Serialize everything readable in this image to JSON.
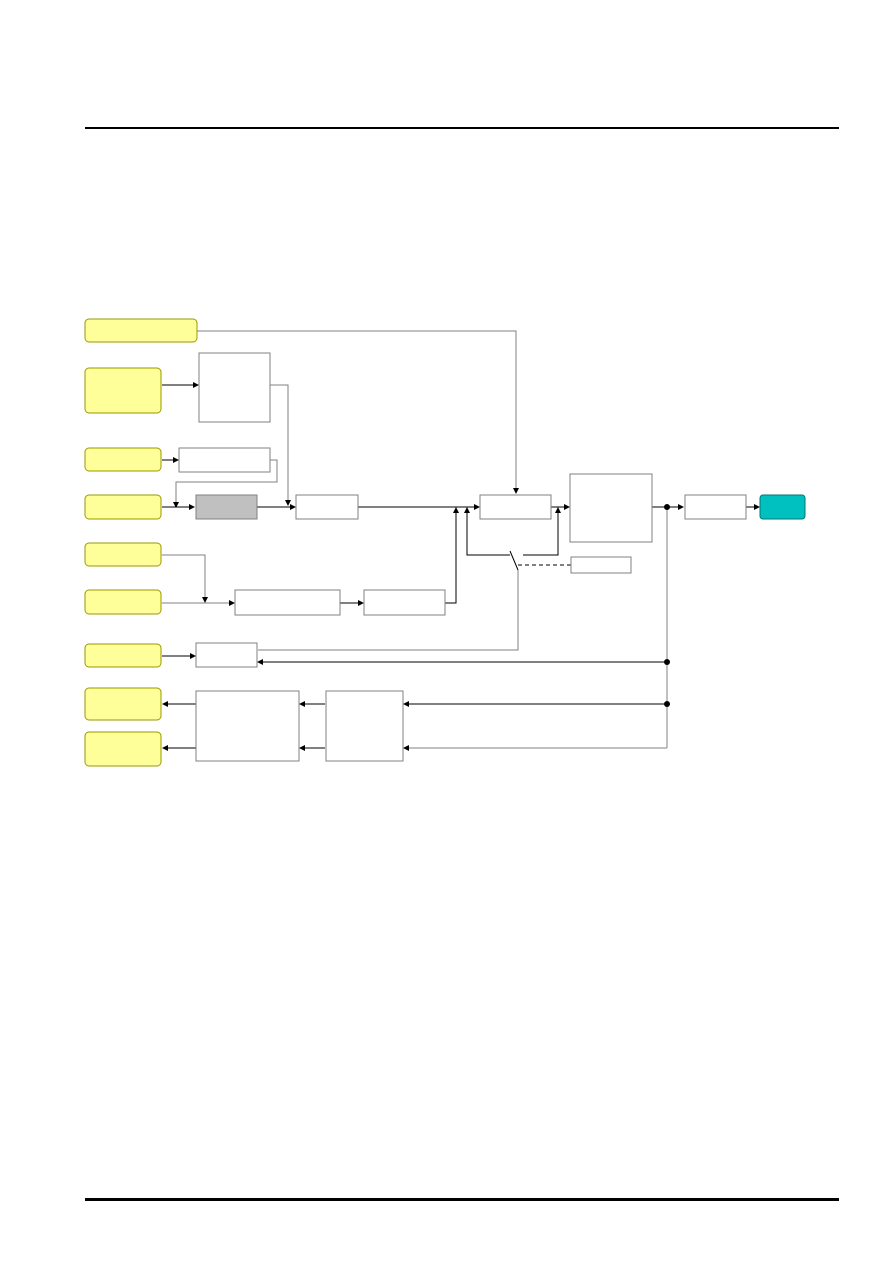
{
  "page": {
    "header_rule": true,
    "footer_rule": true
  },
  "diagram": {
    "colors": {
      "input_fill": "#ffff99",
      "input_stroke": "#999900",
      "output_fill": "#00c0c0",
      "output_stroke": "#007777",
      "gray_block_fill": "#c0c0c0",
      "block_stroke": "#808080",
      "connection": "#808080",
      "flow": "#000000"
    },
    "inputs": [
      {
        "id": "in-1",
        "label": ""
      },
      {
        "id": "in-2",
        "label": ""
      },
      {
        "id": "in-3",
        "label": ""
      },
      {
        "id": "in-4",
        "label": ""
      },
      {
        "id": "in-5",
        "label": ""
      },
      {
        "id": "in-6",
        "label": ""
      },
      {
        "id": "in-7",
        "label": ""
      }
    ],
    "outputs_left": [
      {
        "id": "out-l1",
        "label": ""
      },
      {
        "id": "out-l2",
        "label": ""
      }
    ],
    "output_right": {
      "id": "out-r",
      "label": ""
    },
    "blocks": [
      {
        "id": "blk-a",
        "label": ""
      },
      {
        "id": "blk-b",
        "label": ""
      },
      {
        "id": "blk-gray",
        "label": ""
      },
      {
        "id": "blk-c",
        "label": ""
      },
      {
        "id": "blk-d",
        "label": ""
      },
      {
        "id": "blk-e",
        "label": ""
      },
      {
        "id": "blk-f",
        "label": ""
      },
      {
        "id": "blk-g",
        "label": ""
      },
      {
        "id": "blk-h",
        "label": ""
      },
      {
        "id": "blk-i",
        "label": ""
      },
      {
        "id": "blk-j",
        "label": ""
      },
      {
        "id": "blk-k",
        "label": ""
      },
      {
        "id": "blk-l",
        "label": ""
      }
    ]
  }
}
